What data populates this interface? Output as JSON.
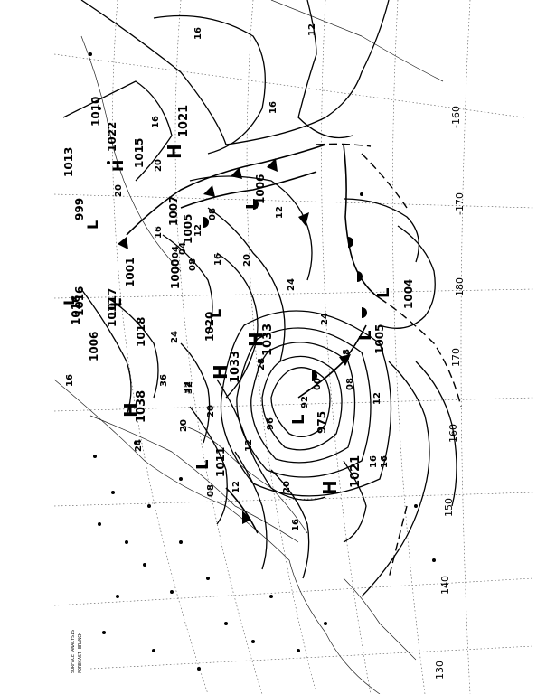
{
  "map": {
    "header_text": [
      "SURFACE ANALYSIS",
      "FORECAST BRANCH"
    ],
    "longitude_labels": [
      "-160",
      "-170",
      "180",
      "170",
      "160",
      "150",
      "140",
      "130"
    ],
    "pressure_centers": [
      {
        "type": "H",
        "value": "1021"
      },
      {
        "type": "H",
        "value": "1033"
      },
      {
        "type": "H",
        "value": "1033"
      },
      {
        "type": "H",
        "value": "1038"
      },
      {
        "type": "H",
        "value": "1021"
      },
      {
        "type": "H",
        "value": "1022"
      },
      {
        "type": "L",
        "value": "1006"
      },
      {
        "type": "L",
        "value": "1005"
      },
      {
        "type": "L",
        "value": "1004"
      },
      {
        "type": "L",
        "value": "975"
      },
      {
        "type": "L",
        "value": "1011"
      },
      {
        "type": "L",
        "value": "1017"
      },
      {
        "type": "L",
        "value": "1016"
      },
      {
        "type": "L",
        "value": "999"
      },
      {
        "type": "L",
        "value": "1020"
      }
    ],
    "pressure_values": [
      "1015",
      "1013",
      "1010",
      "1016",
      "1006",
      "1017",
      "1018",
      "1007",
      "1005",
      "1001",
      "1000"
    ],
    "isobar_labels": [
      "16",
      "12",
      "16",
      "16",
      "20",
      "24",
      "20",
      "16",
      "12",
      "08",
      "04",
      "00",
      "96",
      "92",
      "08",
      "12",
      "16",
      "20",
      "24",
      "28",
      "32",
      "36",
      "16",
      "20",
      "24",
      "12",
      "08",
      "04",
      "24",
      "20",
      "28",
      "32",
      "16",
      "12",
      "08",
      "16",
      "08",
      "12",
      "16",
      "20"
    ]
  }
}
